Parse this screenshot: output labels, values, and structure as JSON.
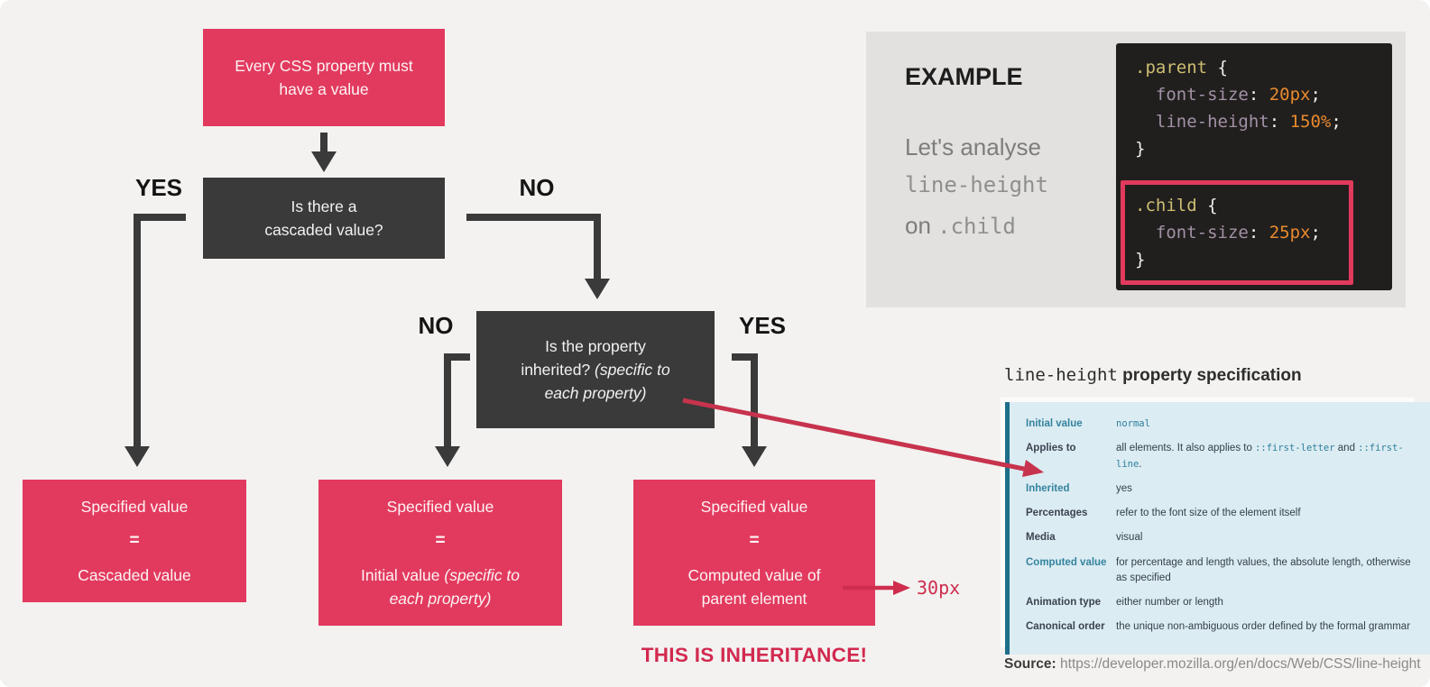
{
  "colors": {
    "background": "#f3f2f0",
    "pink_box": "#e23a5e",
    "dark_box": "#3a3a3a",
    "crimson_arrow": "#c7334d",
    "example_panel": "#e2e1df",
    "code_background": "#211f1e",
    "code_selector": "#cdbd72",
    "code_property": "#a291a5",
    "code_value": "#e88a2e",
    "table_background": "#dbecf2",
    "table_border": "#1e6e8a",
    "table_blue_label": "#35839f"
  },
  "flowchart": {
    "root_box": "Every CSS property must\nhave a value",
    "q1_box": "Is there a\ncascaded value?",
    "q1_yes": "YES",
    "q1_no": "NO",
    "q2_parts": [
      {
        "s": "Is the property\ninherited? "
      },
      {
        "i": true,
        "s": "(specific to\neach property)"
      }
    ],
    "q2_no": "NO",
    "q2_yes": "YES",
    "results": [
      {
        "title": "Specified value",
        "eq": "=",
        "value_parts": [
          {
            "s": "Cascaded value"
          }
        ]
      },
      {
        "title": "Specified value",
        "eq": "=",
        "value_parts": [
          {
            "s": "Initial value "
          },
          {
            "i": true,
            "s": "(specific to\neach property)"
          }
        ]
      },
      {
        "title": "Specified value",
        "eq": "=",
        "value_parts": [
          {
            "s": "Computed value of\nparent element"
          }
        ]
      }
    ],
    "computed_annotation": "30px",
    "inheritance_caption": "THIS IS INHERITANCE!"
  },
  "example": {
    "heading": "EXAMPLE",
    "caption_line1": "Let's analyse",
    "caption_line2": "line-height",
    "caption_line3_prefix": "on ",
    "caption_line3_code": ".child",
    "code_lines": [
      [
        [
          "sel",
          ".parent"
        ],
        [
          "pun",
          " {"
        ]
      ],
      [
        [
          "prop",
          "  font-size"
        ],
        [
          "pun",
          ": "
        ],
        [
          "val",
          "20px"
        ],
        [
          "pun",
          ";"
        ]
      ],
      [
        [
          "prop",
          "  line-height"
        ],
        [
          "pun",
          ": "
        ],
        [
          "val",
          "150%"
        ],
        [
          "pun",
          ";"
        ]
      ],
      [
        [
          "pun",
          "}"
        ]
      ],
      [],
      [
        [
          "sel",
          ".child"
        ],
        [
          "pun",
          " {"
        ]
      ],
      [
        [
          "prop",
          "  font-size"
        ],
        [
          "pun",
          ": "
        ],
        [
          "val",
          "25px"
        ],
        [
          "pun",
          ";"
        ]
      ],
      [
        [
          "pun",
          "}"
        ]
      ]
    ]
  },
  "spec": {
    "title_code": "line-height",
    "title_rest": " property specification",
    "rows": [
      {
        "label": "Initial value",
        "blue": true,
        "parts": [
          [
            "c",
            "normal"
          ]
        ]
      },
      {
        "label": "Applies to",
        "blue": false,
        "parts": [
          [
            "t",
            "all elements. It also applies to "
          ],
          [
            "c",
            "::first-letter"
          ],
          [
            "t",
            " and "
          ],
          [
            "c",
            "::first-line"
          ],
          [
            "t",
            "."
          ]
        ]
      },
      {
        "label": "Inherited",
        "blue": true,
        "parts": [
          [
            "t",
            "yes"
          ]
        ]
      },
      {
        "label": "Percentages",
        "blue": false,
        "parts": [
          [
            "t",
            "refer to the font size of the element itself"
          ]
        ]
      },
      {
        "label": "Media",
        "blue": false,
        "parts": [
          [
            "t",
            "visual"
          ]
        ]
      },
      {
        "label": "Computed value",
        "blue": true,
        "parts": [
          [
            "t",
            "for percentage and length values, the absolute length, otherwise as specified"
          ]
        ]
      },
      {
        "label": "Animation type",
        "blue": false,
        "parts": [
          [
            "t",
            "either number or length"
          ]
        ]
      },
      {
        "label": "Canonical order",
        "blue": false,
        "parts": [
          [
            "t",
            "the unique non-ambiguous order defined by the formal grammar"
          ]
        ]
      }
    ],
    "source_label": "Source:",
    "source_url": " https://developer.mozilla.org/en/docs/Web/CSS/line-height"
  }
}
